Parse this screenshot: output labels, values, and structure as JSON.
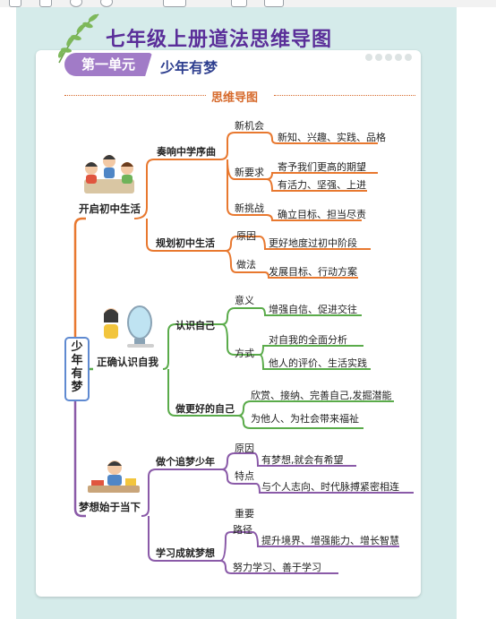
{
  "title": "七年级上册道法思维导图",
  "unit": {
    "label": "第一单元",
    "name": "少年有梦"
  },
  "section_title": "思维导图",
  "root": "少年有梦",
  "branches": [
    {
      "name": "开启初中生活",
      "color": "#e8782f",
      "subs": [
        {
          "name": "奏响中学序曲",
          "items": [
            {
              "name": "新机会",
              "leaves": [
                "新知、兴趣、实践、品格"
              ]
            },
            {
              "name": "新要求",
              "leaves": [
                "寄予我们更高的期望",
                "有活力、坚强、上进"
              ]
            },
            {
              "name": "新挑战",
              "leaves": [
                "确立目标、担当尽责"
              ]
            }
          ]
        },
        {
          "name": "规划初中生活",
          "items": [
            {
              "name": "原因",
              "leaves": [
                "更好地度过初中阶段"
              ]
            },
            {
              "name": "做法",
              "leaves": [
                "发展目标、行动方案"
              ]
            }
          ]
        }
      ]
    },
    {
      "name": "正确认识自我",
      "color": "#5aab4a",
      "subs": [
        {
          "name": "认识自己",
          "items": [
            {
              "name": "意义",
              "leaves": [
                "增强自信、促进交往"
              ]
            },
            {
              "name": "方式",
              "leaves": [
                "对自我的全面分析",
                "他人的评价、生活实践"
              ]
            }
          ]
        },
        {
          "name": "做更好的自己",
          "items": [
            {
              "name": "",
              "leaves": [
                "欣赏、接纳、完善自己,发掘潜能",
                "为他人、为社会带来福祉"
              ]
            }
          ]
        }
      ]
    },
    {
      "name": "梦想始于当下",
      "color": "#8a5aa8",
      "subs": [
        {
          "name": "做个追梦少年",
          "items": [
            {
              "name": "原因",
              "leaves": [
                "有梦想,就会有希望"
              ]
            },
            {
              "name": "特点",
              "leaves": [
                "与个人志向、时代脉搏紧密相连"
              ]
            }
          ]
        },
        {
          "name": "学习成就梦想",
          "items": [
            {
              "name": "重要",
              "leaves": []
            },
            {
              "name": "路径",
              "leaves": [
                "提升境界、增强能力、增长智慧"
              ]
            },
            {
              "name": "",
              "leaves": [
                "努力学习、善于学习"
              ]
            }
          ]
        }
      ]
    }
  ]
}
